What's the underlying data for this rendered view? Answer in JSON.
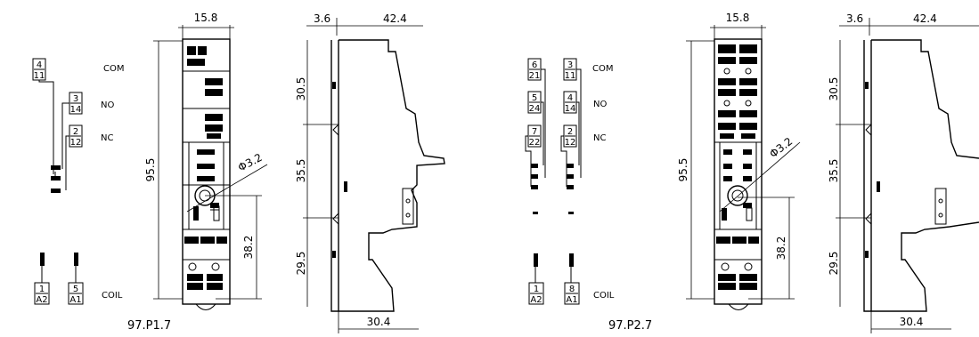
{
  "left": {
    "model": "97.P1.7",
    "terminals": {
      "com": [
        "4",
        "11"
      ],
      "no": [
        "3",
        "14"
      ],
      "nc": [
        "2",
        "12"
      ],
      "coil_a": [
        "1",
        "A2"
      ],
      "coil_b": [
        "5",
        "A1"
      ]
    },
    "labels": {
      "com": "COM",
      "no": "NO",
      "nc": "NC",
      "coil": "COIL"
    },
    "dims": {
      "width": "15.8",
      "height": "95.5",
      "hole": "3.2",
      "hole_h": "38.2",
      "side_a": "3.6",
      "side_b": "42.4",
      "side_c": "30.5",
      "side_d": "35.5",
      "side_e": "29.5",
      "side_f": "30.4"
    }
  },
  "right": {
    "model": "97.P2.7",
    "terminals": {
      "com_a": [
        "6",
        "21"
      ],
      "com_b": [
        "3",
        "11"
      ],
      "no_a": [
        "5",
        "24"
      ],
      "no_b": [
        "4",
        "14"
      ],
      "nc_a": [
        "7",
        "22"
      ],
      "nc_b": [
        "2",
        "12"
      ],
      "coil_a": [
        "1",
        "A2"
      ],
      "coil_b": [
        "8",
        "A1"
      ]
    },
    "labels": {
      "com": "COM",
      "no": "NO",
      "nc": "NC",
      "coil": "COIL"
    },
    "dims": {
      "width": "15.8",
      "height": "95.5",
      "hole": "3.2",
      "hole_h": "38.2",
      "side_a": "3.6",
      "side_b": "42.4",
      "side_c": "30.5",
      "side_d": "35.5",
      "side_e": "29.5",
      "side_f": "30.4"
    }
  }
}
